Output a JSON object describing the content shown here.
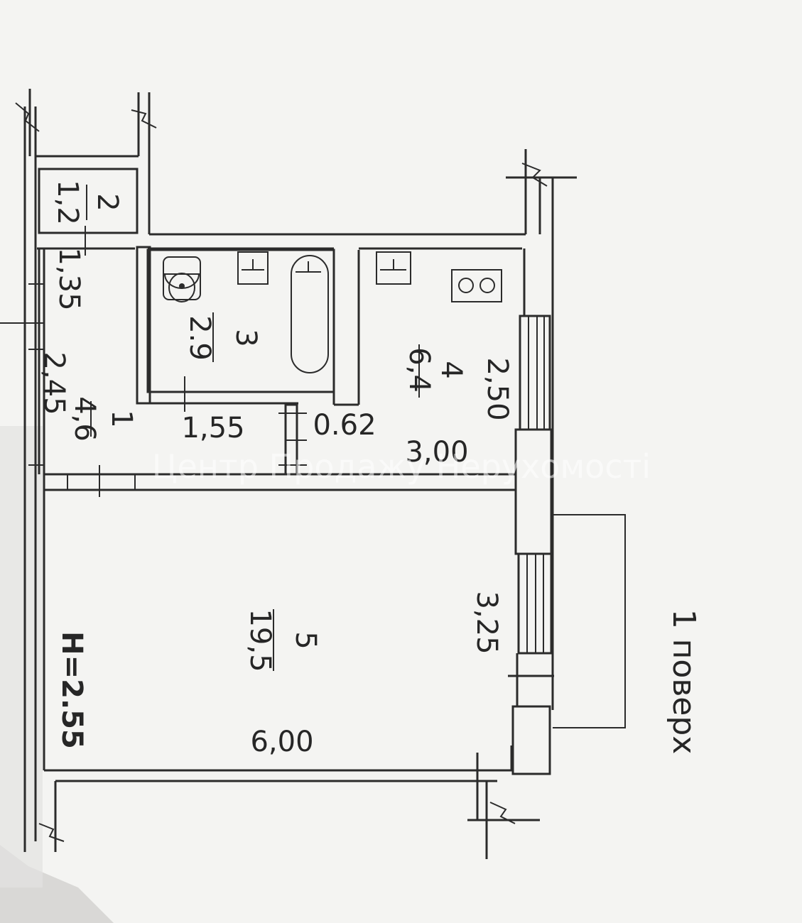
{
  "floor_label": "1 поверх",
  "ceiling_height": "H=2.55",
  "watermark": "Центр Продажу Нерухомості",
  "rooms": [
    {
      "number": "1",
      "area": "4,6"
    },
    {
      "number": "2",
      "area": "1,2"
    },
    {
      "number": "3",
      "area": "2.9"
    },
    {
      "number": "4",
      "area": "6,4"
    },
    {
      "number": "5",
      "area": "19,5"
    }
  ],
  "dimensions": {
    "hall_top": "1,35",
    "hall_side": "2,45",
    "corridor": "1,55",
    "door_gap": "0.62",
    "kitchen_width": "2,50",
    "kitchen_length": "3,00",
    "room_width": "3,25",
    "room_length": "6,00"
  },
  "colors": {
    "paper": "#f4f4f2",
    "ink": "#2b2b2b",
    "background": "#d9d8d6"
  }
}
